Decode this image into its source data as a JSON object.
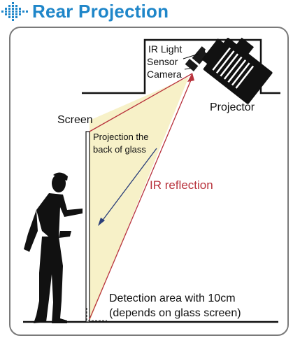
{
  "title": "Rear Projection",
  "colors": {
    "accent": "#1f86c9",
    "projection_beam": "#f7f1c8",
    "ir_line": "#b8323c",
    "arrow": "#2a3e7a",
    "text": "#111111"
  },
  "labels": {
    "ir_light": "IR Light",
    "sensor": "Sensor",
    "camera": "Camera",
    "projector": "Projector",
    "screen": "Screen",
    "projection_line1": "Projection the",
    "projection_line2": "back of glass",
    "ir_reflection": "IR reflection",
    "detection_line1": "Detection area with 10cm",
    "detection_line2": "(depends on glass screen)"
  },
  "icons": [
    "logo-dots-icon",
    "projector-icon",
    "sensor-camera-icon",
    "person-silhouette-icon"
  ]
}
